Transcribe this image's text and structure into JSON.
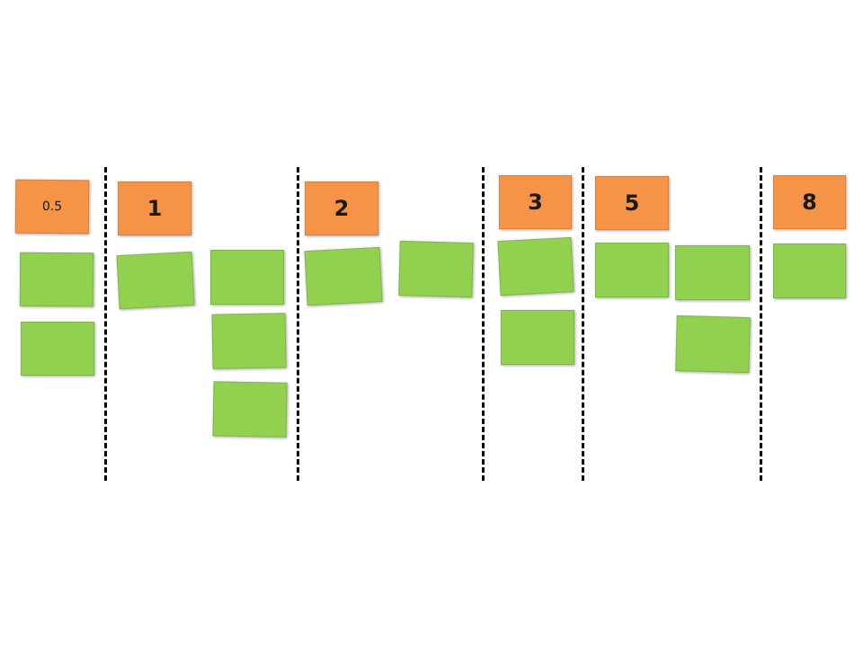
{
  "board": {
    "columns": [
      {
        "estimate": "0.5",
        "story_count": 2
      },
      {
        "estimate": "1",
        "story_count": 4
      },
      {
        "estimate": "2",
        "story_count": 2
      },
      {
        "estimate": "3",
        "story_count": 2
      },
      {
        "estimate": "5",
        "story_count": 3
      },
      {
        "estimate": "8",
        "story_count": 1
      }
    ]
  },
  "colors": {
    "estimate_card": "#f59347",
    "story_card": "#92d050",
    "divider": "#000000",
    "background": "#ffffff"
  }
}
